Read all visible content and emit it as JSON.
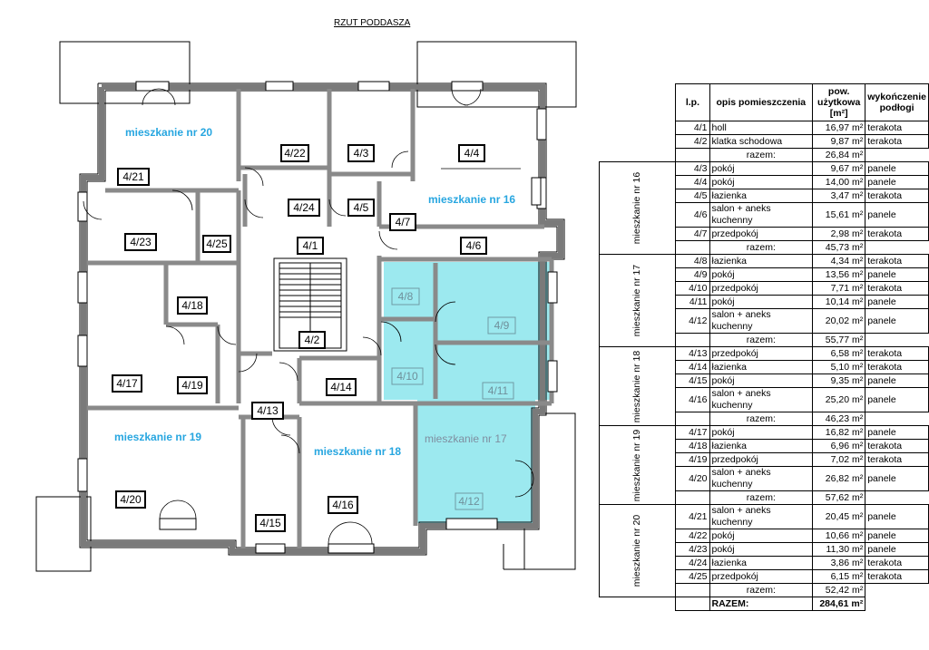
{
  "title": "RZUT PODDASZA",
  "colors": {
    "highlight": "#9ce9ef",
    "apartment_label": "#27a6e0",
    "wall": "#7a7a7a"
  },
  "apartments": [
    "mieszkanie nr 20",
    "mieszkanie nr 16",
    "mieszkanie nr 19",
    "mieszkanie nr 18",
    "mieszkanie nr 17"
  ],
  "room_tags": [
    "4/21",
    "4/22",
    "4/3",
    "4/4",
    "4/24",
    "4/5",
    "4/7",
    "4/23",
    "4/25",
    "4/1",
    "4/6",
    "4/8",
    "4/9",
    "4/18",
    "4/2",
    "4/10",
    "4/11",
    "4/17",
    "4/19",
    "4/14",
    "4/13",
    "4/20",
    "4/12",
    "4/16",
    "4/15"
  ],
  "table": {
    "headers": [
      "l.p.",
      "opis pomieszczenia",
      "pow. użytkowa [m²]",
      "wykończenie podłogi"
    ],
    "sum_label": "razem:",
    "groups": [
      {
        "name": "",
        "rows": [
          [
            "4/1",
            "holl",
            "16,97 m²",
            "terakota"
          ],
          [
            "4/2",
            "klatka schodowa",
            "9,87 m²",
            "terakota"
          ]
        ],
        "total": "26,84 m²"
      },
      {
        "name": "mieszkanie nr 16",
        "rows": [
          [
            "4/3",
            "pokój",
            "9,67 m²",
            "panele"
          ],
          [
            "4/4",
            "pokój",
            "14,00 m²",
            "panele"
          ],
          [
            "4/5",
            "łazienka",
            "3,47 m²",
            "terakota"
          ],
          [
            "4/6",
            "salon + aneks kuchenny",
            "15,61 m²",
            "panele"
          ],
          [
            "4/7",
            "przedpokój",
            "2,98 m²",
            "terakota"
          ]
        ],
        "total": "45,73 m²"
      },
      {
        "name": "mieszkanie nr 17",
        "rows": [
          [
            "4/8",
            "łazienka",
            "4,34 m²",
            "terakota"
          ],
          [
            "4/9",
            "pokój",
            "13,56 m²",
            "panele"
          ],
          [
            "4/10",
            "przedpokój",
            "7,71 m²",
            "terakota"
          ],
          [
            "4/11",
            "pokój",
            "10,14 m²",
            "panele"
          ],
          [
            "4/12",
            "salon + aneks kuchenny",
            "20,02 m²",
            "panele"
          ]
        ],
        "total": "55,77 m²"
      },
      {
        "name": "mieszkanie nr 18",
        "rows": [
          [
            "4/13",
            "przedpokój",
            "6,58 m²",
            "terakota"
          ],
          [
            "4/14",
            "łazienka",
            "5,10 m²",
            "terakota"
          ],
          [
            "4/15",
            "pokój",
            "9,35 m²",
            "panele"
          ],
          [
            "4/16",
            "salon + aneks kuchenny",
            "25,20 m²",
            "panele"
          ]
        ],
        "total": "46,23 m²"
      },
      {
        "name": "mieszkanie nr 19",
        "rows": [
          [
            "4/17",
            "pokój",
            "16,82 m²",
            "panele"
          ],
          [
            "4/18",
            "łazienka",
            "6,96 m²",
            "terakota"
          ],
          [
            "4/19",
            "przedpokój",
            "7,02 m²",
            "terakota"
          ],
          [
            "4/20",
            "salon + aneks kuchenny",
            "26,82 m²",
            "panele"
          ]
        ],
        "total": "57,62 m²"
      },
      {
        "name": "mieszkanie nr 20",
        "rows": [
          [
            "4/21",
            "salon + aneks kuchenny",
            "20,45 m²",
            "panele"
          ],
          [
            "4/22",
            "pokój",
            "10,66 m²",
            "panele"
          ],
          [
            "4/23",
            "pokój",
            "11,30 m²",
            "panele"
          ],
          [
            "4/24",
            "łazienka",
            "3,86 m²",
            "terakota"
          ],
          [
            "4/25",
            "przedpokój",
            "6,15 m²",
            "terakota"
          ]
        ],
        "total": "52,42 m²"
      }
    ],
    "grand_label": "RAZEM:",
    "grand_total": "284,61 m²"
  }
}
